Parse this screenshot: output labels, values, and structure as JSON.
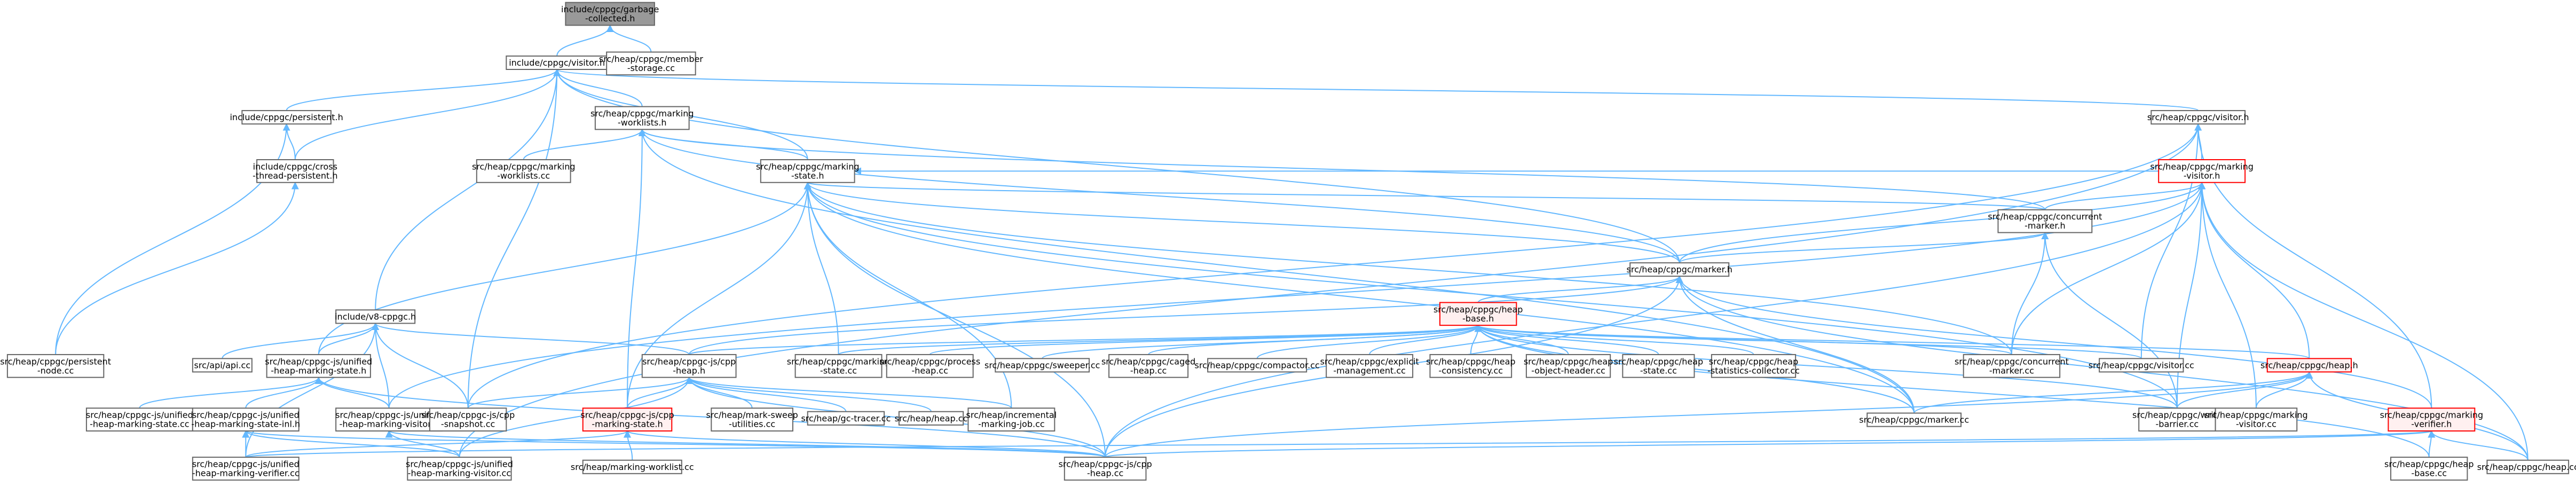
{
  "nodes": [
    {
      "id": "root",
      "lines": [
        "include/cppgc/garbage",
        "-collected.h"
      ],
      "style": "root"
    },
    {
      "id": "visitor_inc",
      "lines": [
        "include/cppgc/visitor.h"
      ]
    },
    {
      "id": "member_storage",
      "lines": [
        "src/heap/cppgc/member",
        "-storage.cc"
      ]
    },
    {
      "id": "persistent",
      "lines": [
        "include/cppgc/persistent.h"
      ]
    },
    {
      "id": "cross_thread",
      "lines": [
        "include/cppgc/cross",
        "-thread-persistent.h"
      ]
    },
    {
      "id": "marking_worklists_h",
      "lines": [
        "src/heap/cppgc/marking",
        "-worklists.h"
      ]
    },
    {
      "id": "marking_worklists_cc",
      "lines": [
        "src/heap/cppgc/marking",
        "-worklists.cc"
      ]
    },
    {
      "id": "marking_state_h",
      "lines": [
        "src/heap/cppgc/marking",
        "-state.h"
      ]
    },
    {
      "id": "visitor_src",
      "lines": [
        "src/heap/cppgc/visitor.h"
      ]
    },
    {
      "id": "marking_visitor_h",
      "lines": [
        "src/heap/cppgc/marking",
        "-visitor.h"
      ],
      "style": "hl"
    },
    {
      "id": "concurrent_marker_h",
      "lines": [
        "src/heap/cppgc/concurrent",
        "-marker.h"
      ]
    },
    {
      "id": "marker_h",
      "lines": [
        "src/heap/cppgc/marker.h"
      ]
    },
    {
      "id": "v8_cppgc_h",
      "lines": [
        "include/v8-cppgc.h"
      ]
    },
    {
      "id": "heap_base_h",
      "lines": [
        "src/heap/cppgc/heap",
        "-base.h"
      ],
      "style": "hl-fill"
    },
    {
      "id": "persistent_node",
      "lines": [
        "src/heap/cppgc/persistent",
        "-node.cc"
      ]
    },
    {
      "id": "api_cc",
      "lines": [
        "src/api/api.cc"
      ]
    },
    {
      "id": "unified_state_h",
      "lines": [
        "src/heap/cppgc-js/unified",
        "-heap-marking-state.h"
      ]
    },
    {
      "id": "cpp_heap_h",
      "lines": [
        "src/heap/cppgc-js/cpp",
        "-heap.h"
      ]
    },
    {
      "id": "marking_state_cc",
      "lines": [
        "src/heap/cppgc/marking",
        "-state.cc"
      ]
    },
    {
      "id": "process_heap",
      "lines": [
        "src/heap/cppgc/process",
        "-heap.cc"
      ]
    },
    {
      "id": "sweeper",
      "lines": [
        "src/heap/cppgc/sweeper.cc"
      ]
    },
    {
      "id": "caged_heap",
      "lines": [
        "src/heap/cppgc/caged",
        "-heap.cc"
      ]
    },
    {
      "id": "compactor",
      "lines": [
        "src/heap/cppgc/compactor.cc"
      ]
    },
    {
      "id": "explicit_mgmt",
      "lines": [
        "src/heap/cppgc/explicit",
        "-management.cc"
      ]
    },
    {
      "id": "heap_consistency",
      "lines": [
        "src/heap/cppgc/heap",
        "-consistency.cc"
      ]
    },
    {
      "id": "heap_object_header",
      "lines": [
        "src/heap/cppgc/heap",
        "-object-header.cc"
      ]
    },
    {
      "id": "heap_state",
      "lines": [
        "src/heap/cppgc/heap",
        "-state.cc"
      ]
    },
    {
      "id": "heap_stats",
      "lines": [
        "src/heap/cppgc/heap",
        "-statistics-collector.cc"
      ]
    },
    {
      "id": "concurrent_marker_cc",
      "lines": [
        "src/heap/cppgc/concurrent",
        "-marker.cc"
      ]
    },
    {
      "id": "visitor_cc",
      "lines": [
        "src/heap/cppgc/visitor.cc"
      ]
    },
    {
      "id": "heap_h",
      "lines": [
        "src/heap/cppgc/heap.h"
      ],
      "style": "hl-fill"
    },
    {
      "id": "unified_state_cc",
      "lines": [
        "src/heap/cppgc-js/unified",
        "-heap-marking-state.cc"
      ]
    },
    {
      "id": "unified_state_inl",
      "lines": [
        "src/heap/cppgc-js/unified",
        "-heap-marking-state-inl.h"
      ]
    },
    {
      "id": "unified_visitor_h",
      "lines": [
        "src/heap/cppgc-js/unified",
        "-heap-marking-visitor.h"
      ]
    },
    {
      "id": "cpp_snapshot",
      "lines": [
        "src/heap/cppgc-js/cpp",
        "-snapshot.cc"
      ]
    },
    {
      "id": "mark_sweep_util",
      "lines": [
        "src/heap/mark-sweep",
        "-utilities.cc"
      ]
    },
    {
      "id": "gc_tracer",
      "lines": [
        "src/heap/gc-tracer.cc"
      ]
    },
    {
      "id": "heap_cc_v8",
      "lines": [
        "src/heap/heap.cc"
      ]
    },
    {
      "id": "incremental_js",
      "lines": [
        "src/heap/incremental",
        "-marking-job.cc"
      ]
    },
    {
      "id": "cpp_marking_state",
      "lines": [
        "src/heap/cppgc-js/cpp",
        "-marking-state.h"
      ],
      "style": "hl-fill"
    },
    {
      "id": "marker_cc",
      "lines": [
        "src/heap/cppgc/marker.cc"
      ]
    },
    {
      "id": "write_barrier",
      "lines": [
        "src/heap/cppgc/write",
        "-barrier.cc"
      ]
    },
    {
      "id": "marking_visitor_cc",
      "lines": [
        "src/heap/cppgc/marking",
        "-visitor.cc"
      ]
    },
    {
      "id": "marking_verifier_h",
      "lines": [
        "src/heap/cppgc/marking",
        "-verifier.h"
      ],
      "style": "hl-fill"
    },
    {
      "id": "unified_verifier",
      "lines": [
        "src/heap/cppgc-js/unified",
        "-heap-marking-verifier.cc"
      ]
    },
    {
      "id": "unified_visitor_cc",
      "lines": [
        "src/heap/cppgc-js/unified",
        "-heap-marking-visitor.cc"
      ]
    },
    {
      "id": "marking_worklist_cc",
      "lines": [
        "src/heap/marking-worklist.cc"
      ]
    },
    {
      "id": "cpp_heap_cc",
      "lines": [
        "src/heap/cppgc-js/cpp",
        "-heap.cc"
      ]
    },
    {
      "id": "heap_base_cc",
      "lines": [
        "src/heap/cppgc/heap",
        "-base.cc"
      ]
    },
    {
      "id": "heap_cc",
      "lines": [
        "src/heap/cppgc/heap.cc"
      ]
    }
  ]
}
